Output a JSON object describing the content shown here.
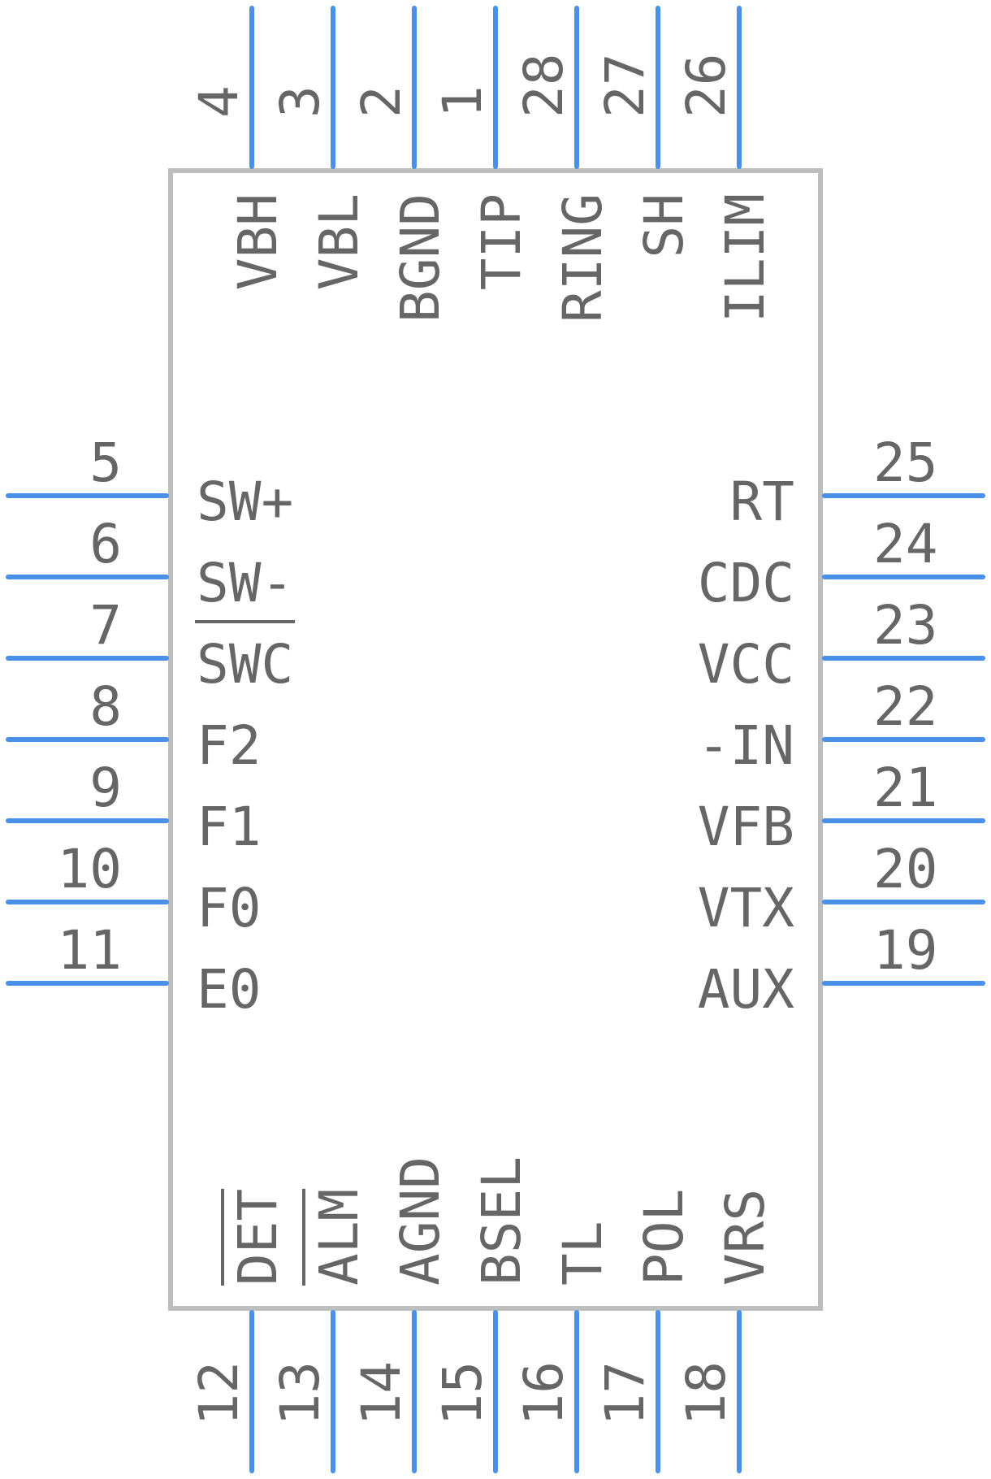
{
  "component": {
    "pins": {
      "top": [
        {
          "number": "4",
          "label": "VBH"
        },
        {
          "number": "3",
          "label": "VBL"
        },
        {
          "number": "2",
          "label": "BGND"
        },
        {
          "number": "1",
          "label": "TIP"
        },
        {
          "number": "28",
          "label": "RING"
        },
        {
          "number": "27",
          "label": "SH"
        },
        {
          "number": "26",
          "label": "ILIM"
        }
      ],
      "left": [
        {
          "number": "5",
          "label": "SW+"
        },
        {
          "number": "6",
          "label": "SW-"
        },
        {
          "number": "7",
          "label": "SWC",
          "active_low": true
        },
        {
          "number": "8",
          "label": "F2"
        },
        {
          "number": "9",
          "label": "F1"
        },
        {
          "number": "10",
          "label": "F0"
        },
        {
          "number": "11",
          "label": "E0"
        }
      ],
      "right": [
        {
          "number": "25",
          "label": "RT"
        },
        {
          "number": "24",
          "label": "CDC"
        },
        {
          "number": "23",
          "label": "VCC"
        },
        {
          "number": "22",
          "label": "-IN"
        },
        {
          "number": "21",
          "label": "VFB"
        },
        {
          "number": "20",
          "label": "VTX"
        },
        {
          "number": "19",
          "label": "AUX"
        }
      ],
      "bottom": [
        {
          "number": "12",
          "label": "DET",
          "active_low": true
        },
        {
          "number": "13",
          "label": "ALM",
          "active_low": true
        },
        {
          "number": "14",
          "label": "AGND"
        },
        {
          "number": "15",
          "label": "BSEL"
        },
        {
          "number": "16",
          "label": "TL"
        },
        {
          "number": "17",
          "label": "POL"
        },
        {
          "number": "18",
          "label": "VRS"
        }
      ]
    },
    "colors": {
      "pin": "#4a8fe8",
      "body_outline": "#bdbdbd",
      "text": "#666666"
    }
  }
}
